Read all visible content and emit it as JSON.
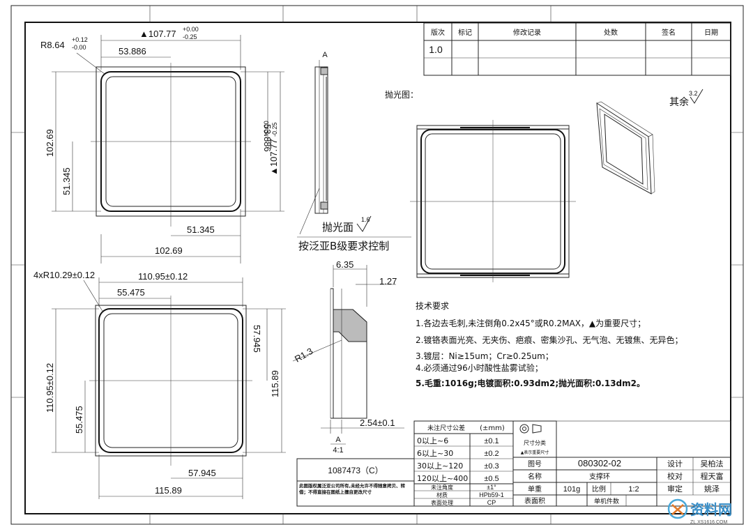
{
  "revision_table": {
    "headers": [
      "版次",
      "标记",
      "修改记录",
      "处数",
      "签名",
      "日期"
    ],
    "rows": [
      [
        "1.0",
        "",
        "",
        "",
        "",
        ""
      ]
    ]
  },
  "top_view": {
    "corner_radius": "R8.64",
    "corner_radius_tol_upper": "+0.12",
    "corner_radius_tol_lower": "-0.00",
    "width_dim": "▲107.77",
    "width_tol_upper": "+0.00",
    "width_tol_lower": "-0.25",
    "half_width_top": "53.886",
    "half_height_right": "53.886",
    "height_dim": "▲107.77",
    "height_tol_upper": "+0.00",
    "height_tol_lower": "-0.25",
    "height_left": "102.69",
    "half_height_left": "51.345",
    "half_width_bottom": "51.345",
    "width_bottom": "102.69"
  },
  "bottom_view": {
    "corner_radius": "4xR10.29±0.12",
    "width_dim": "110.95±0.12",
    "half_width_top": "55.475",
    "half_height_right": "57.945",
    "height_right": "115.89",
    "height_left": "110.95±0.12",
    "half_height_left": "55.475",
    "half_width_bottom": "57.945",
    "width_bottom": "115.89"
  },
  "section_view": {
    "label_a": "A",
    "polish_label": "抛光面",
    "polish_roughness": "1.6",
    "control_note": "按泛亚B级要求控制"
  },
  "detail_view": {
    "dim_top": "6.35",
    "dim_right": "1.27",
    "radius": "R1.3",
    "dim_bottom": "2.54±0.1",
    "label": "A",
    "scale": "4:1"
  },
  "polish_view": {
    "title": "抛光图：",
    "rest_label": "其余",
    "rest_roughness": "3.2"
  },
  "tech_requirements": {
    "title": "技术要求",
    "items": [
      "1.各边去毛刺,未注倒角0.2x45°或R0.2MAX，▲为重要尺寸；",
      "2.镀铬表面光亮、无夹伤、疤痕、密集沙孔、无气泡、无镀焦、无异色；",
      "3.镀层：Ni≥15um；Cr≥0.25um；",
      "4.必须通过96小时酸性盐雾试验；",
      "5.毛重:1016g;电镀面积:0.93dm2;抛光面积:0.13dm2。"
    ]
  },
  "tolerance_table": {
    "header": "未注尺寸公差",
    "unit": "(±mm)",
    "rows": [
      {
        "range": "0以上~6",
        "tol": "±0.1"
      },
      {
        "range": "6以上~30",
        "tol": "±0.2"
      },
      {
        "range": "30以上~120",
        "tol": "±0.3"
      },
      {
        "range": "120以上~400",
        "tol": "±0.5"
      }
    ],
    "angle_label": "未注角度",
    "angle_value": "±1°",
    "material_label": "材质",
    "material_value": "HPb59-1",
    "surface_label": "表面处理",
    "surface_value": "CP"
  },
  "title_block": {
    "drawing_code": "1087473（C）",
    "copyright": "此图版权属泛亚公司所有,未经允许不得随意拷贝、转借；不得直接在图纸上擅自更改尺寸",
    "size_class_label": "尺寸分类",
    "size_class_note": "▲表示重要尺寸",
    "drawing_no_label": "图号",
    "drawing_no": "080302-02",
    "name_label": "名称",
    "name": "支撑环",
    "weight_label": "单重",
    "weight": "101g",
    "scale_label": "比例",
    "scale": "1:2",
    "surface_area_label": "表面积",
    "parts_label": "单机件数",
    "design_label": "设计",
    "designer": "吴柏法",
    "check_label": "校对",
    "checker": "程天富",
    "approve_label": "审定",
    "approver": "姚泽"
  },
  "watermark": {
    "brand": "资料网",
    "url": "ZL.XS1616.COM"
  }
}
